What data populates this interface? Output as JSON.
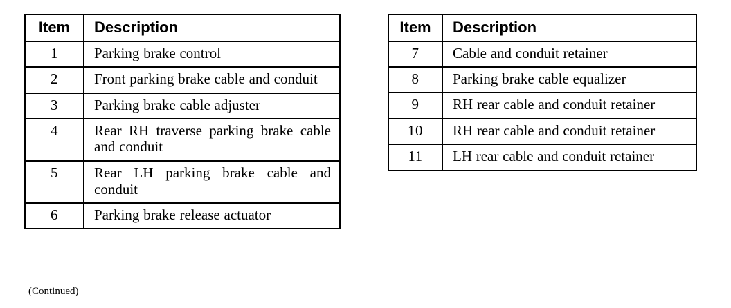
{
  "document": {
    "type": "parts-legend-table",
    "continued_note": "(Continued)",
    "text_color": "#000000",
    "background_color": "#ffffff",
    "border_color": "#000000"
  },
  "tables": [
    {
      "id": "left",
      "columns": [
        "Item",
        "Description"
      ],
      "rows": [
        {
          "item": "1",
          "description": "Parking brake control",
          "lines": 1
        },
        {
          "item": "2",
          "description": "Front parking brake cable and conduit",
          "lines": 2
        },
        {
          "item": "3",
          "description": "Parking brake cable adjuster",
          "lines": 1
        },
        {
          "item": "4",
          "description": "Rear RH traverse parking brake cable and conduit",
          "lines": 2
        },
        {
          "item": "5",
          "description": "Rear LH parking brake cable and conduit",
          "lines": 2
        },
        {
          "item": "6",
          "description": "Parking brake release actuator",
          "lines": 1
        }
      ]
    },
    {
      "id": "right",
      "columns": [
        "Item",
        "Description"
      ],
      "rows": [
        {
          "item": "7",
          "description": "Cable and conduit retainer",
          "lines": 1
        },
        {
          "item": "8",
          "description": "Parking brake cable equalizer",
          "lines": 1
        },
        {
          "item": "9",
          "description": "RH rear cable and conduit retainer",
          "lines": 2
        },
        {
          "item": "10",
          "description": "RH rear cable and conduit retainer",
          "lines": 2
        },
        {
          "item": "11",
          "description": "LH rear cable and conduit retainer",
          "lines": 2
        }
      ]
    }
  ]
}
